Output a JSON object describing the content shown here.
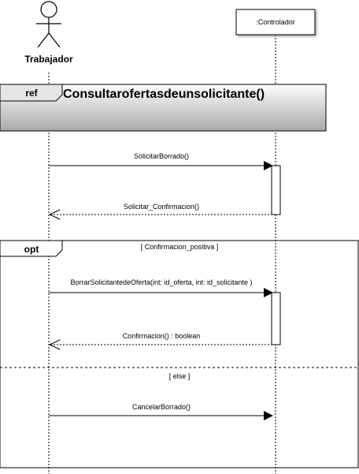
{
  "actor": {
    "label": "Trabajador"
  },
  "controller": {
    "label": ":Controlador"
  },
  "ref_fragment": {
    "tag": "ref",
    "title": "Consultarofertasdeunsolicitante()"
  },
  "messages": [
    {
      "label": "SolicitarBorrado()",
      "kind": "sync"
    },
    {
      "label": "Solicitar_Confirmacion()",
      "kind": "return"
    },
    {
      "label": "BorrarSolicitantedeOferta(int: id_oferta, int: id_solicitante )",
      "kind": "sync"
    },
    {
      "label": "Confirmacion() : boolean",
      "kind": "return"
    },
    {
      "label": "CancelarBorrado()",
      "kind": "sync"
    }
  ],
  "opt_fragment": {
    "tag": "opt",
    "guard_1": "[ Confirmacion_positiva ]",
    "guard_2": "[ else ]"
  }
}
